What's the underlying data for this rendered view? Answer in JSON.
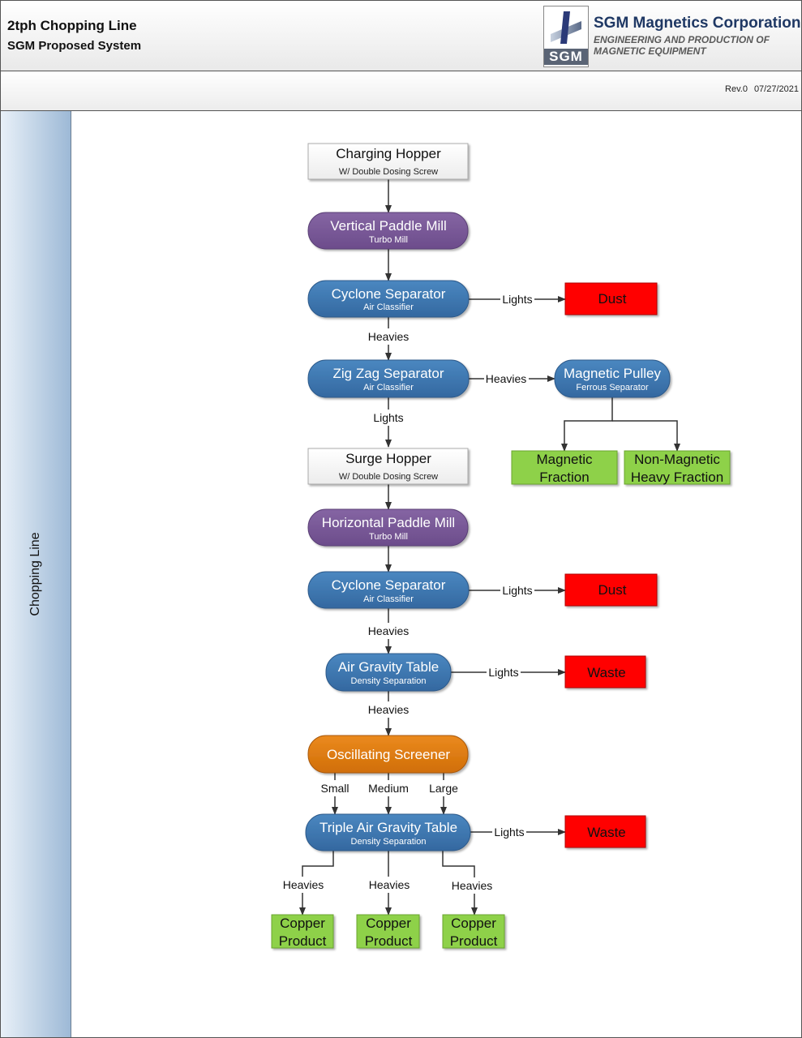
{
  "header": {
    "title": "2tph Chopping Line",
    "subtitle": "SGM Proposed System",
    "company_name": "SGM Magnetics Corporation",
    "company_tagline_1": "ENGINEERING AND PRODUCTION OF",
    "company_tagline_2": "MAGNETIC EQUIPMENT",
    "logo_text": "SGM",
    "revision": "Rev.0",
    "date": "07/27/2021"
  },
  "lane": {
    "label": "Chopping Line"
  },
  "colors": {
    "hopper": "#ffffff",
    "mill": "#7b5a99",
    "classifier": "#3d78b0",
    "screener": "#e07b10",
    "waste": "#ff0000",
    "product": "#8ed14a"
  },
  "nodes": {
    "charging_hopper": {
      "title": "Charging Hopper",
      "sub": "W/ Double Dosing Screw"
    },
    "vertical_mill": {
      "title": "Vertical Paddle Mill",
      "sub": "Turbo Mill"
    },
    "cyclone_1": {
      "title": "Cyclone Separator",
      "sub": "Air Classifier"
    },
    "dust_1": {
      "title": "Dust"
    },
    "zigzag": {
      "title": "Zig Zag Separator",
      "sub": "Air Classifier"
    },
    "magnetic_pulley": {
      "title": "Magnetic Pulley",
      "sub": "Ferrous Separator"
    },
    "magnetic_fraction": {
      "line1": "Magnetic",
      "line2": "Fraction"
    },
    "non_magnetic": {
      "line1": "Non-Magnetic",
      "line2": "Heavy Fraction"
    },
    "surge_hopper": {
      "title": "Surge Hopper",
      "sub": "W/ Double Dosing Screw"
    },
    "horizontal_mill": {
      "title": "Horizontal Paddle Mill",
      "sub": "Turbo Mill"
    },
    "cyclone_2": {
      "title": "Cyclone Separator",
      "sub": "Air Classifier"
    },
    "dust_2": {
      "title": "Dust"
    },
    "air_gravity": {
      "title": "Air Gravity Table",
      "sub": "Density Separation"
    },
    "waste_1": {
      "title": "Waste"
    },
    "screener": {
      "title": "Oscillating Screener"
    },
    "triple_table": {
      "title": "Triple Air Gravity Table",
      "sub": "Density Separation"
    },
    "waste_2": {
      "title": "Waste"
    },
    "copper_1": {
      "line1": "Copper",
      "line2": "Product"
    },
    "copper_2": {
      "line1": "Copper",
      "line2": "Product"
    },
    "copper_3": {
      "line1": "Copper",
      "line2": "Product"
    }
  },
  "edge_labels": {
    "cyclone1_lights": "Lights",
    "cyclone1_heavies": "Heavies",
    "zigzag_heavies": "Heavies",
    "zigzag_lights": "Lights",
    "cyclone2_lights": "Lights",
    "cyclone2_heavies": "Heavies",
    "table_lights": "Lights",
    "table_heavies": "Heavies",
    "small": "Small",
    "medium": "Medium",
    "large": "Large",
    "triple_lights": "Lights",
    "heavies_1": "Heavies",
    "heavies_2": "Heavies",
    "heavies_3": "Heavies"
  }
}
